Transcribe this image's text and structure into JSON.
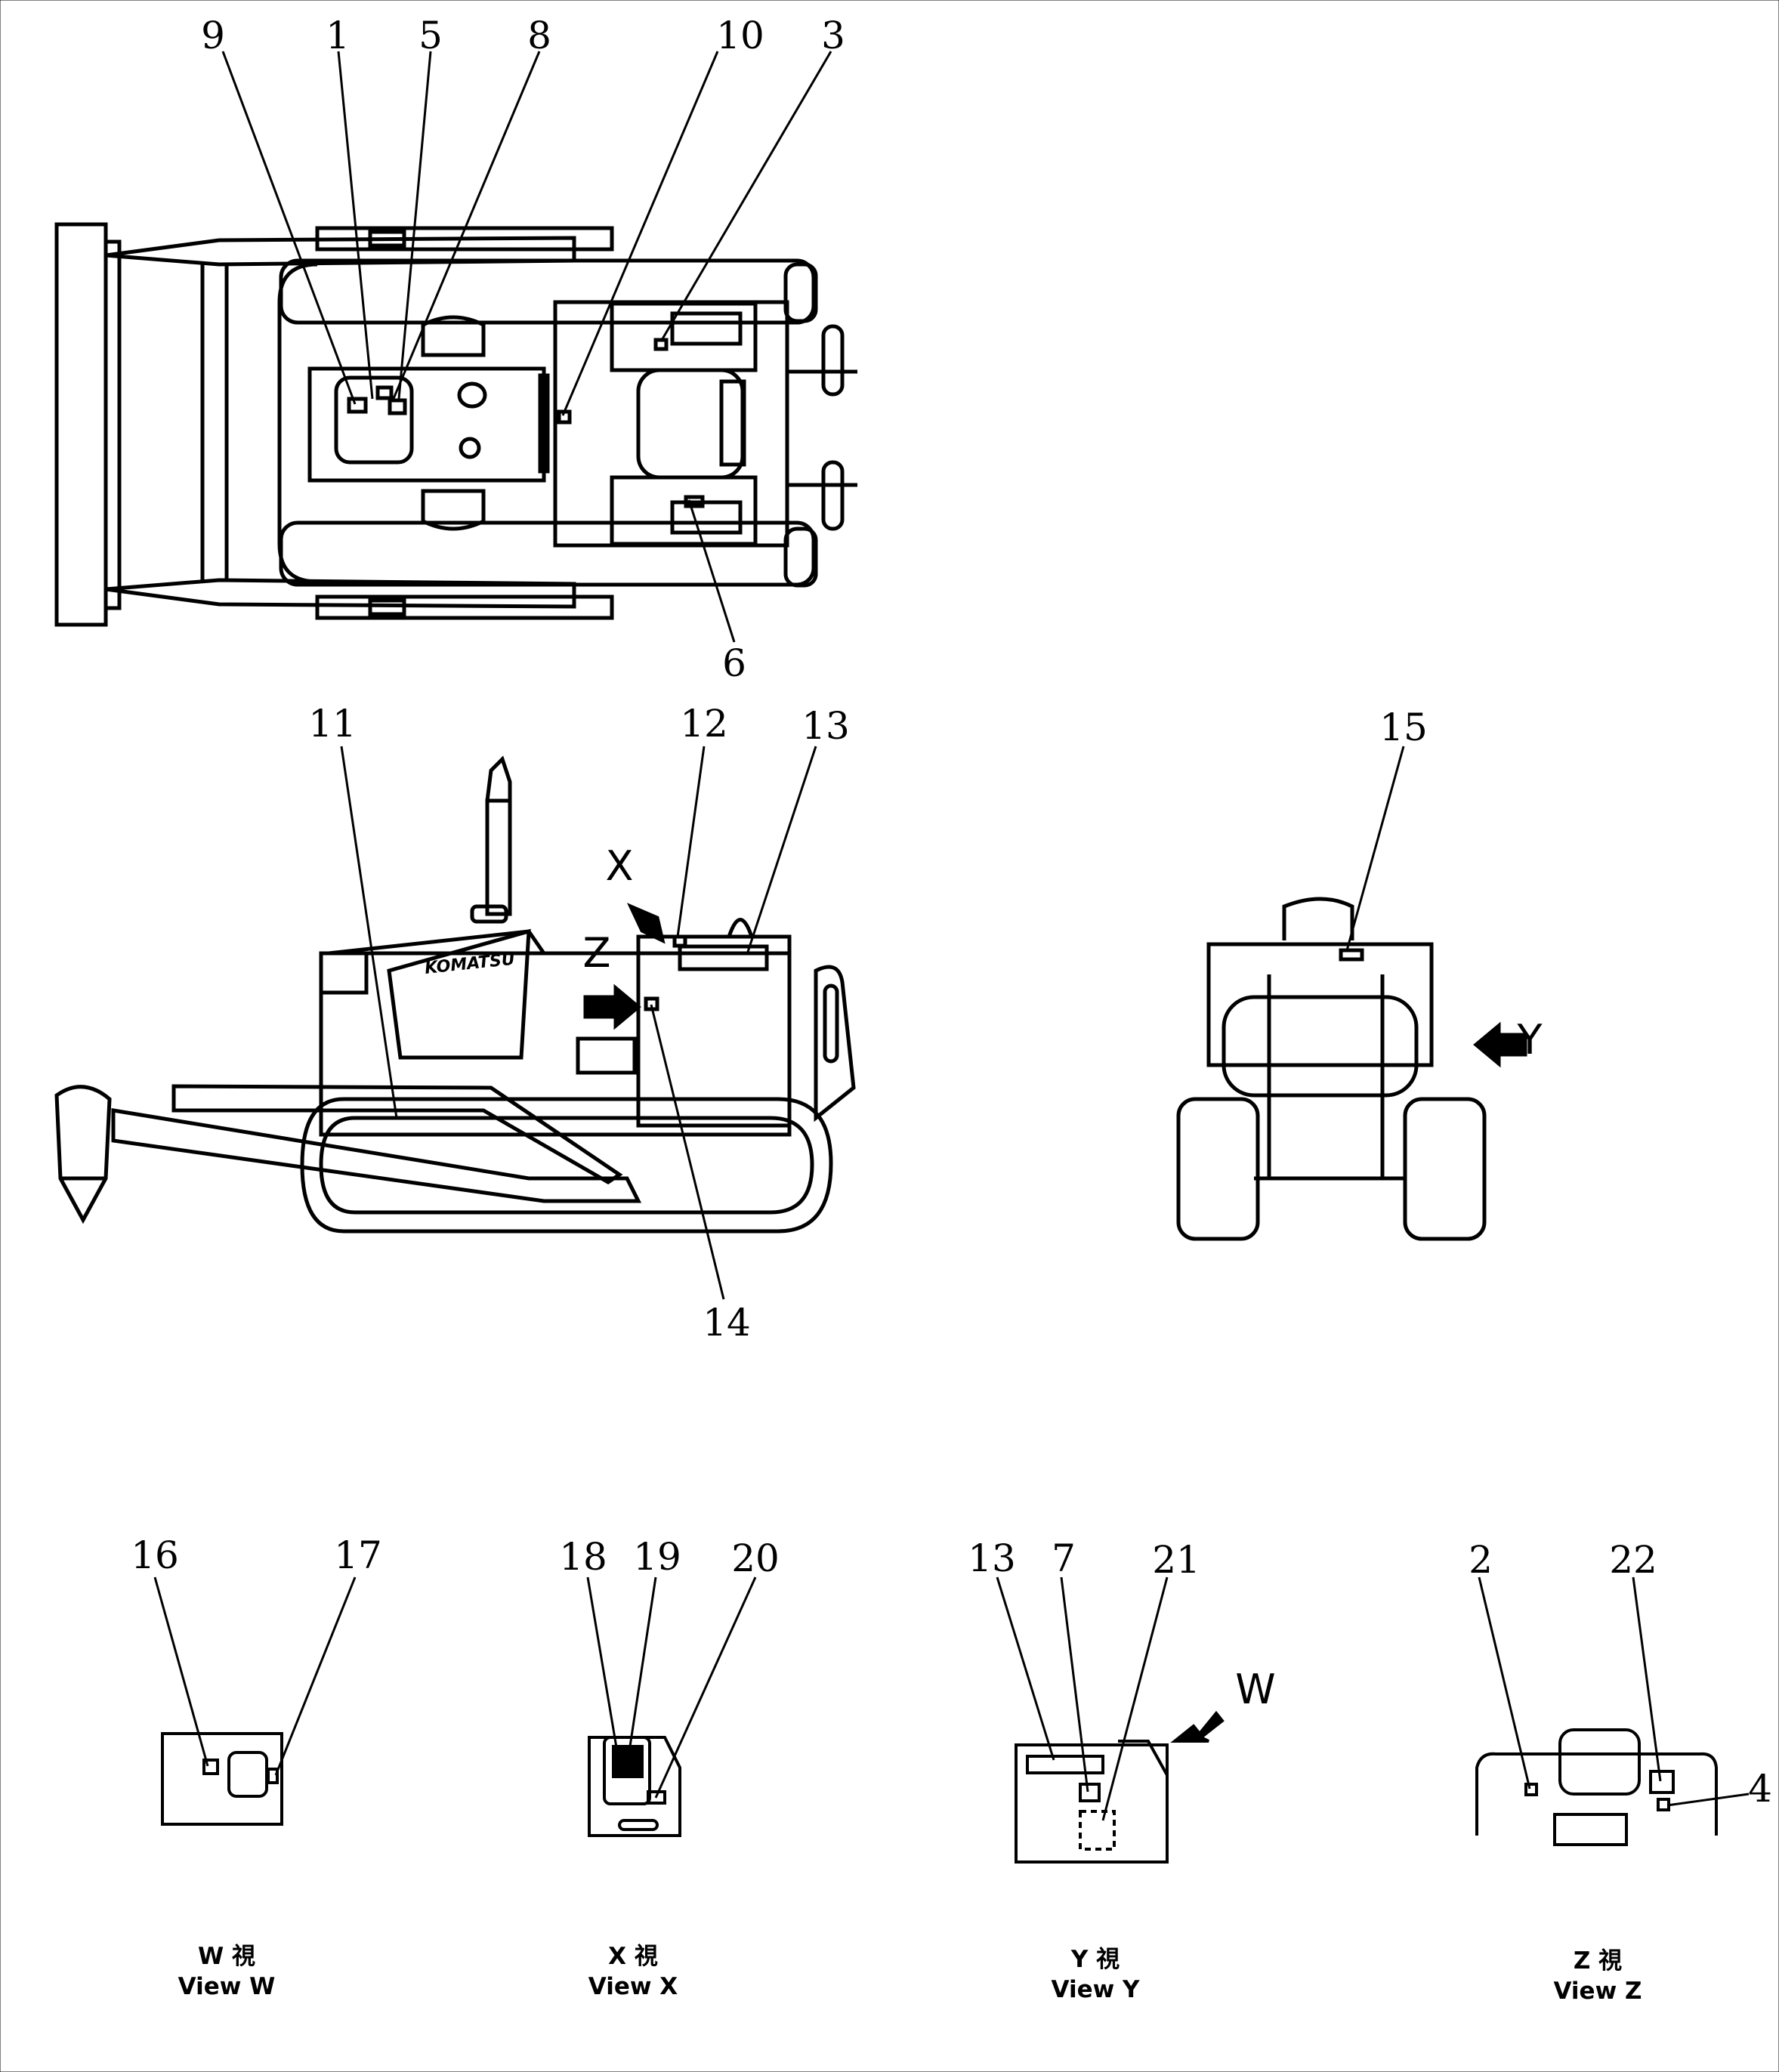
{
  "numbers": {
    "n1": "1",
    "n2": "2",
    "n3": "3",
    "n4": "4",
    "n5": "5",
    "n6": "6",
    "n7": "7",
    "n8": "8",
    "n9": "9",
    "n10": "10",
    "n11": "11",
    "n12": "12",
    "n13": "13",
    "n13b": "13",
    "n14": "14",
    "n15": "15",
    "n16": "16",
    "n17": "17",
    "n18": "18",
    "n19": "19",
    "n20": "20",
    "n21": "21",
    "n22": "22"
  },
  "view_arrows": {
    "x": "X",
    "z": "Z",
    "y": "Y",
    "w": "W"
  },
  "captions": {
    "w": {
      "kanji": "W 視",
      "english": "View W"
    },
    "x": {
      "kanji": "X 視",
      "english": "View X"
    },
    "y": {
      "kanji": "Y 視",
      "english": "View Y"
    },
    "z": {
      "kanji": "Z 視",
      "english": "View Z"
    }
  },
  "brand_logo_text": "KOMATSU"
}
